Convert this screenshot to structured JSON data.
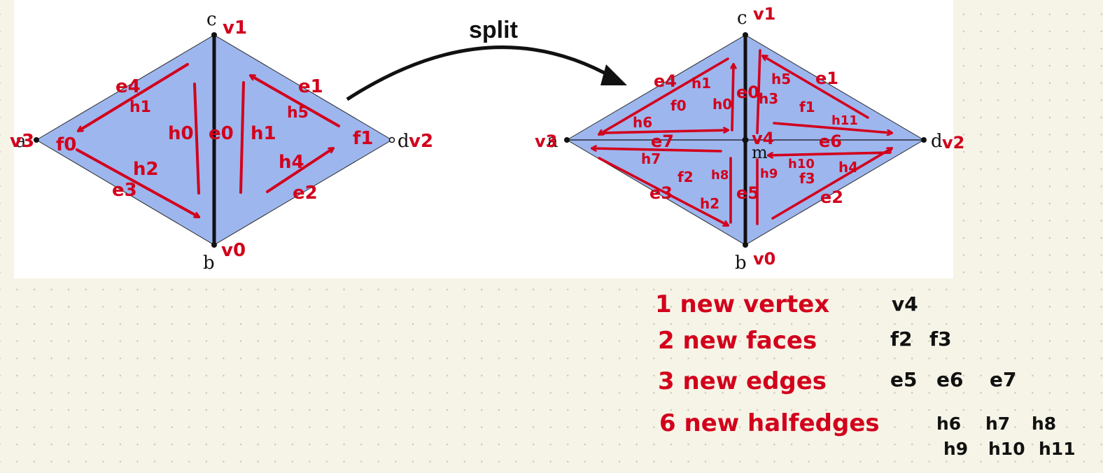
{
  "colors": {
    "page_background": "#f6f4e6",
    "panel_background": "#ffffff",
    "face_fill": "#9db6ee",
    "edge_line": "#1a1a1a",
    "annotation_red": "#d2001c",
    "annotation_black": "#111111"
  },
  "arrow_label": "split",
  "before": {
    "vertex_letters": {
      "a": "a",
      "b": "b",
      "c": "c",
      "d": "d"
    },
    "vertex_ids": {
      "a": "v3",
      "b": "v0",
      "c": "v1",
      "d": "v2"
    },
    "edges": {
      "e0": "e0",
      "e1": "e1",
      "e2": "e2",
      "e3": "e3",
      "e4": "e4"
    },
    "faces": {
      "f0": "f0",
      "f1": "f1"
    },
    "halfedges": {
      "h0": "h0",
      "h1_left": "h1",
      "h1_right": "h1",
      "h2": "h2",
      "h4": "h4",
      "h5": "h5"
    }
  },
  "after": {
    "vertex_letters": {
      "a": "a",
      "b": "b",
      "c": "c",
      "d": "d",
      "m": "m"
    },
    "vertex_ids": {
      "a": "v3",
      "b": "v0",
      "c": "v1",
      "d": "v2",
      "m": "v4"
    },
    "edges": {
      "e0": "e0",
      "e1": "e1",
      "e2": "e2",
      "e3": "e3",
      "e4": "e4",
      "e5": "e5",
      "e6": "e6",
      "e7": "e7"
    },
    "faces": {
      "f0": "f0",
      "f1": "f1",
      "f2": "f2",
      "f3": "f3"
    },
    "halfedges": {
      "h0": "h0",
      "h1": "h1",
      "h2": "h2",
      "h3": "h3",
      "h4": "h4",
      "h5": "h5",
      "h6": "h6",
      "h7": "h7",
      "h8": "h8",
      "h9": "h9",
      "h10": "h10",
      "h11": "h11"
    }
  },
  "summary": [
    {
      "label": "1 new vertex",
      "items": [
        "v4"
      ]
    },
    {
      "label": "2 new faces",
      "items": [
        "f2",
        "f3"
      ]
    },
    {
      "label": "3 new edges",
      "items": [
        "e5",
        "e6",
        "e7"
      ]
    },
    {
      "label": "6 new halfedges",
      "items": [
        "h6",
        "h7",
        "h8",
        "h9",
        "h10",
        "h11"
      ]
    }
  ]
}
